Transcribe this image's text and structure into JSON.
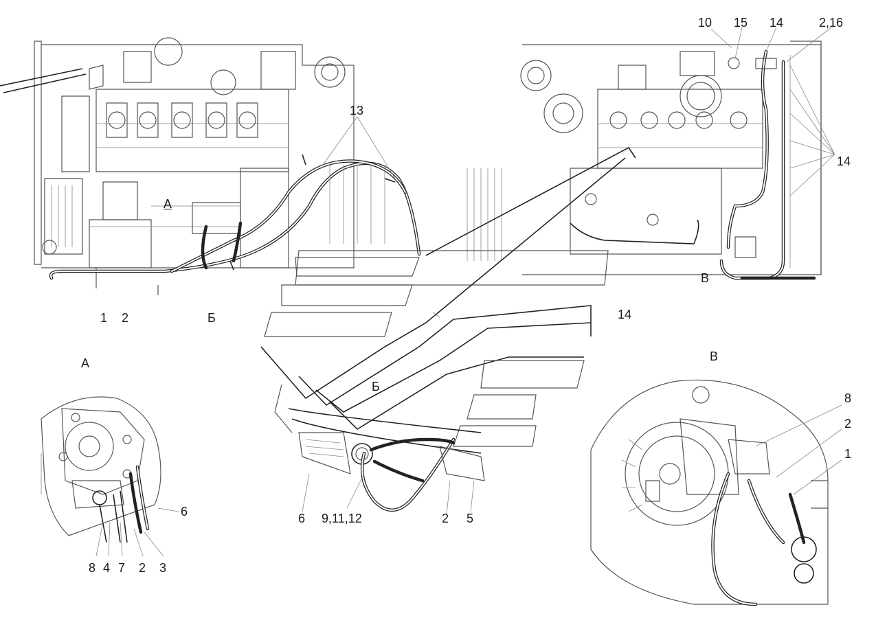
{
  "labels": {
    "a1": "10",
    "a2": "15",
    "a3": "14",
    "a4": "2,16",
    "a5": "13",
    "a6": "14",
    "a7": "А",
    "a8": "1",
    "a9": "2",
    "a10": "Б",
    "a11": "14",
    "a12": "В",
    "a13": "А",
    "a14": "В",
    "a15": "Б",
    "a16": "8",
    "a17": "2",
    "a18": "1",
    "a19": "6",
    "a20": "8",
    "a21": "4",
    "a22": "7",
    "a23": "2",
    "a24": "3",
    "a25": "6",
    "a26": "9,11,12",
    "a27": "2",
    "a28": "5"
  }
}
